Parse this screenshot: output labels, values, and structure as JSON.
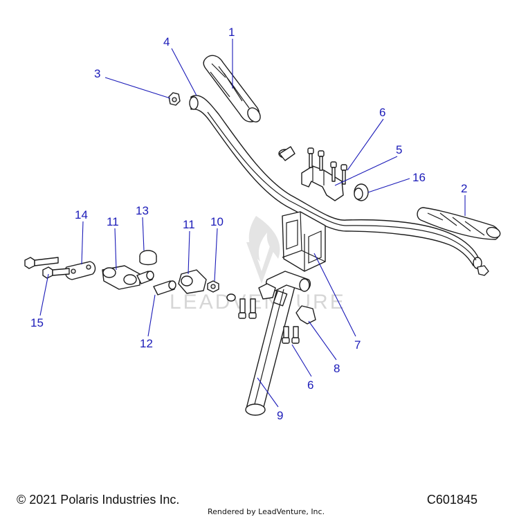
{
  "watermark": "LEADVENTURE",
  "callouts": {
    "c1": "1",
    "c2": "2",
    "c3": "3",
    "c4": "4",
    "c5": "5",
    "c6a": "6",
    "c6b": "6",
    "c7": "7",
    "c8": "8",
    "c9": "9",
    "c10": "10",
    "c11a": "11",
    "c11b": "11",
    "c12": "12",
    "c13": "13",
    "c14": "14",
    "c15": "15",
    "c16": "16"
  },
  "footer": {
    "copyright": "© 2021 Polaris Industries Inc.",
    "figure_id": "C601845",
    "rendered_by": "Rendered by LeadVenture, Inc."
  }
}
